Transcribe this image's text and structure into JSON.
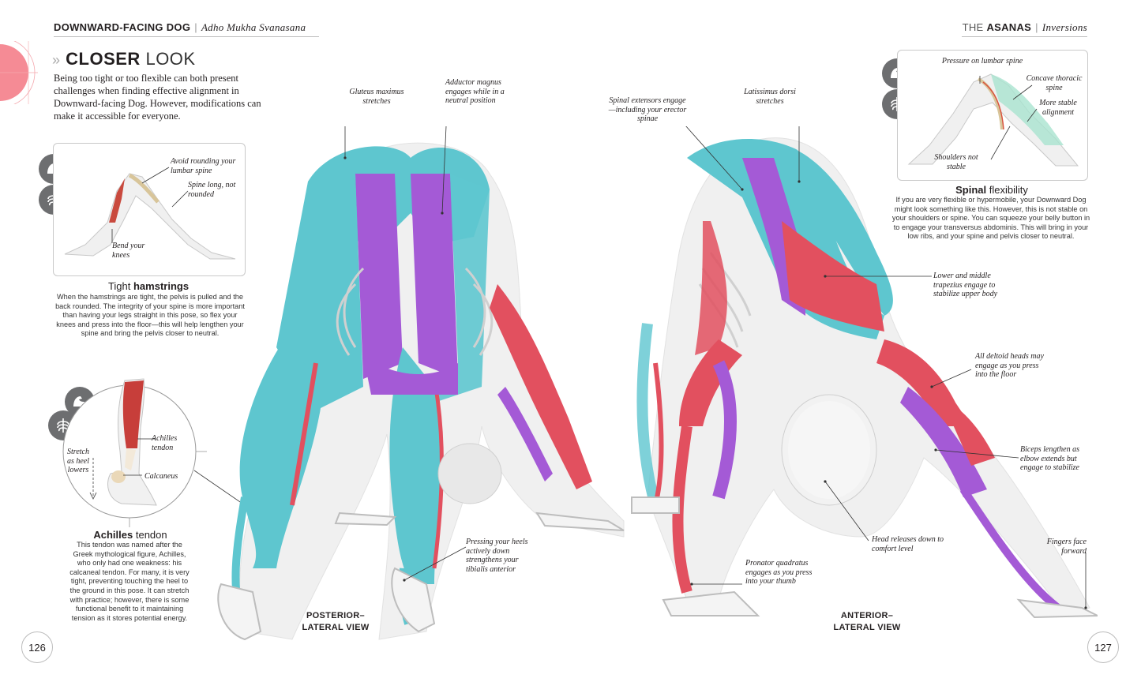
{
  "header": {
    "left_title": "DOWNWARD-FACING DOG",
    "left_subtitle": "Adho Mukha Svanasana",
    "right_prefix": "THE",
    "right_title": "ASANAS",
    "right_subtitle": "Inversions"
  },
  "section": {
    "title_bold": "CLOSER",
    "title_light": "LOOK",
    "intro": "Being too tight or too flexible can both present challenges when finding effective alignment in Downward-facing Dog. However, modifications can make it accessible for everyone."
  },
  "panels": {
    "hamstrings": {
      "title_plain": "Tight",
      "title_bold": "hamstrings",
      "body": "When the hamstrings are tight, the pelvis is pulled and the back rounded. The integrity of your spine is more important than having your legs straight in this pose, so flex your knees and press into the floor—this will help lengthen your spine and bring the pelvis closer to neutral.",
      "annotations": [
        "Avoid rounding your lumbar spine",
        "Spine long, not rounded",
        "Bend your knees"
      ]
    },
    "achilles": {
      "title_bold": "Achilles",
      "title_plain": "tendon",
      "body": "This tendon was named after the Greek mythological figure, Achilles, who only had one weakness: his calcaneal tendon. For many, it is very tight, preventing touching the heel to the ground in this pose. It can stretch with practice; however, there is some functional benefit to it maintaining tension as it stores potential energy.",
      "annotations": [
        "Achilles tendon",
        "Stretch as heel lowers",
        "Calcaneus"
      ]
    },
    "spinal": {
      "title_bold": "Spinal",
      "title_plain": "flexibility",
      "body": "If you are very flexible or hypermobile, your Downward Dog might look something like this. However, this is not stable on your shoulders or spine. You can squeeze your belly button in to engage your transversus abdominis. This will bring in your low ribs, and your spine and pelvis closer to neutral.",
      "annotations": [
        "Pressure on lumbar spine",
        "Concave thoracic spine",
        "More stable alignment",
        "Shoulders not stable"
      ]
    }
  },
  "main_annotations": {
    "gluteus": "Gluteus maximus stretches",
    "adductor": "Adductor magnus engages while in a neutral position",
    "heels": "Pressing your heels actively down strengthens your tibialis anterior",
    "spinal_ext": "Spinal extensors engage—including your erector spinae",
    "lats": "Latissimus dorsi stretches",
    "trapezius": "Lower and middle trapezius engage to stabilize upper body",
    "deltoid": "All deltoid heads may engage as you press into the floor",
    "biceps": "Biceps lengthen as elbow extends but engage to stabilize",
    "fingers": "Fingers face forward",
    "head": "Head releases down to comfort level",
    "pronator": "Pronator quadratus engages as you press into your thumb"
  },
  "views": {
    "posterior": [
      "POSTERIOR–",
      "LATERAL VIEW"
    ],
    "anterior": [
      "ANTERIOR–",
      "LATERAL VIEW"
    ]
  },
  "page_numbers": {
    "left": "126",
    "right": "127"
  },
  "colors": {
    "muscle_cyan": "#5ec6cf",
    "muscle_purple": "#a45ad6",
    "muscle_red": "#e2505f",
    "accent_pink": "#f58b95",
    "icon_gray": "#6d6e70"
  },
  "icons": [
    "flexed-arm-icon",
    "ribcage-icon"
  ]
}
